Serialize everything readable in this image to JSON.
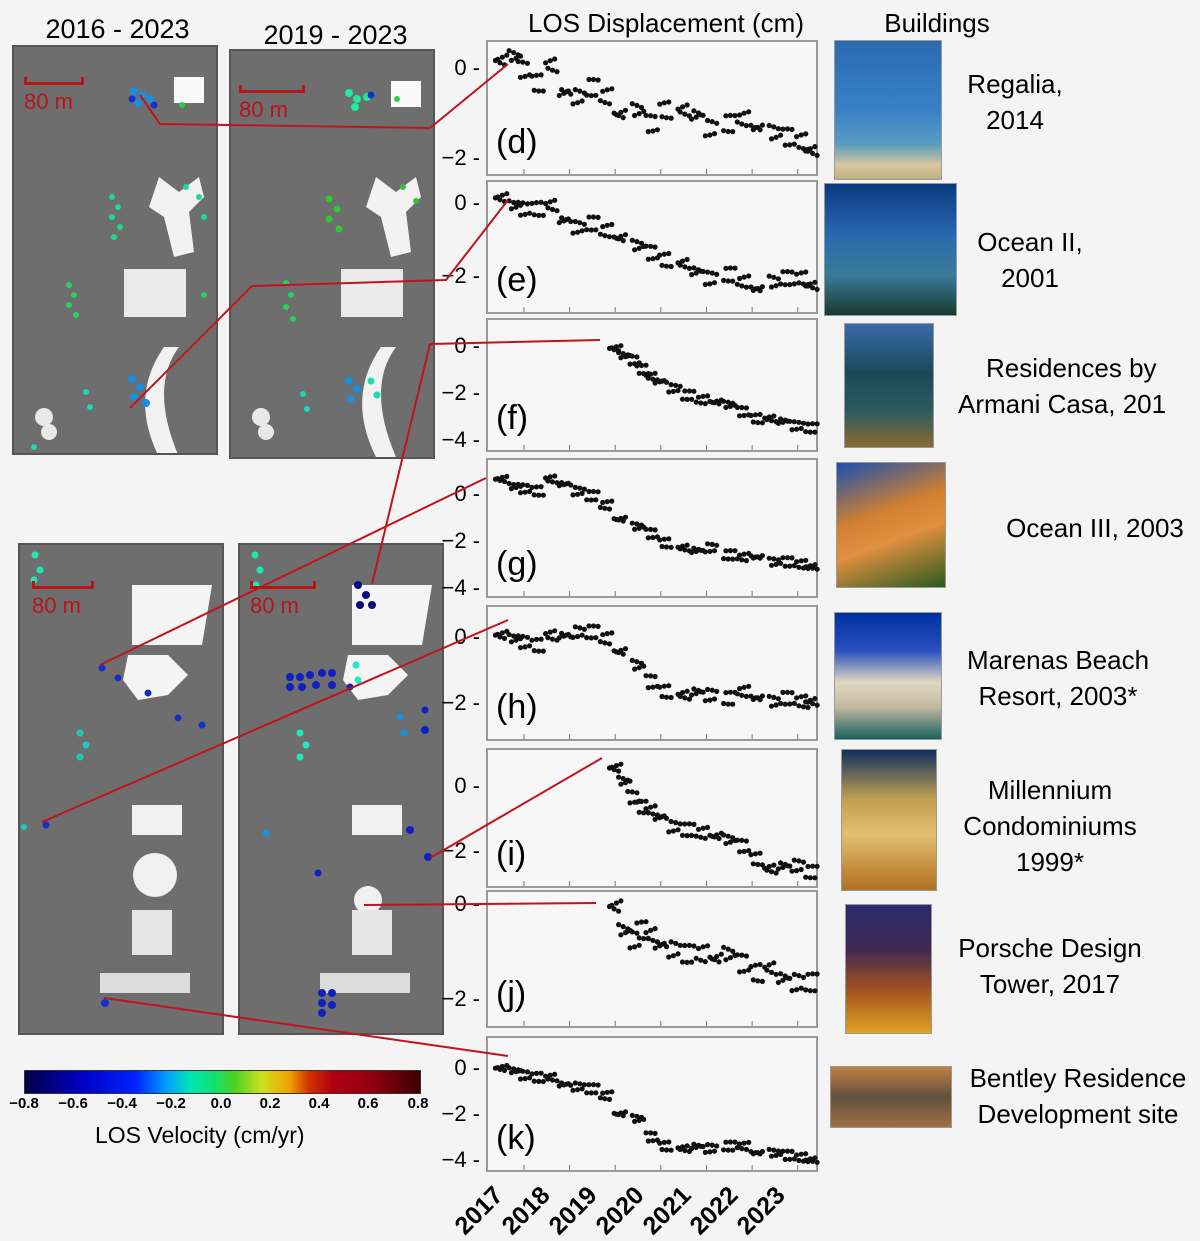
{
  "headers": {
    "col1": "2016 - 2023",
    "col2": "2019 - 2023",
    "plots": "LOS Displacement (cm)",
    "buildings": "Buildings"
  },
  "maps": {
    "scale_label": "80 m",
    "top_left_period": "2016 - 2023",
    "top_right_period": "2019 - 2023"
  },
  "colorbar": {
    "label": "LOS Velocity (cm/yr)",
    "ticks": [
      "−0.8",
      "−0.6",
      "−0.4",
      "−0.2",
      "0.0",
      "0.2",
      "0.4",
      "0.6",
      "0.8"
    ],
    "colors": [
      "#00004a",
      "#0000c8",
      "#00a0ff",
      "#14e070",
      "#d0e020",
      "#f0a000",
      "#b00010",
      "#3a0000"
    ]
  },
  "x_axis": {
    "ticks": [
      "2017",
      "2018",
      "2019",
      "2020",
      "2021",
      "2022",
      "2023"
    ]
  },
  "panels": [
    {
      "id": "(d)",
      "yticks": [
        "0",
        "−2"
      ],
      "building": "Regalia,\n2014",
      "name_l1": "Regalia,",
      "name_l2": "2014",
      "name_l3": ""
    },
    {
      "id": "(e)",
      "yticks": [
        "0",
        "−2"
      ],
      "building": "Ocean II, 2001",
      "name_l1": "Ocean II,",
      "name_l2": "2001",
      "name_l3": ""
    },
    {
      "id": "(f)",
      "yticks": [
        "0",
        "−2",
        "−4"
      ],
      "building": "Residences by Armani Casa, 201",
      "name_l1": "Residences by",
      "name_l2": "Armani Casa, 201",
      "name_l3": ""
    },
    {
      "id": "(g)",
      "yticks": [
        "0",
        "−2",
        "−4"
      ],
      "building": "Ocean III, 2003",
      "name_l1": "Ocean III, 2003",
      "name_l2": "",
      "name_l3": ""
    },
    {
      "id": "(h)",
      "yticks": [
        "0",
        "−2"
      ],
      "building": "Marenas Beach Resort, 2003*",
      "name_l1": "Marenas Beach",
      "name_l2": "Resort, 2003*",
      "name_l3": ""
    },
    {
      "id": "(i)",
      "yticks": [
        "0",
        "−2"
      ],
      "building": "Millennium Condominiums 1999*",
      "name_l1": "Millennium",
      "name_l2": "Condominiums",
      "name_l3": "1999*"
    },
    {
      "id": "(j)",
      "yticks": [
        "0",
        "−2"
      ],
      "building": "Porsche Design Tower, 2017",
      "name_l1": "Porsche Design",
      "name_l2": "Tower, 2017",
      "name_l3": ""
    },
    {
      "id": "(k)",
      "yticks": [
        "0",
        "−2",
        "−4"
      ],
      "building": "Bentley Residence Development site",
      "name_l1": "Bentley Residence",
      "name_l2": "Development site",
      "name_l3": ""
    }
  ],
  "chart_data": [
    {
      "type": "scatter",
      "title": "(d) Regalia, 2014",
      "ylabel": "LOS Displacement (cm)",
      "xlim": [
        2016.3,
        2023.4
      ],
      "ylim": [
        -2.3,
        0.5
      ],
      "x": [
        2016.5,
        2016.8,
        2017.0,
        2017.3,
        2017.6,
        2017.9,
        2018.2,
        2018.5,
        2018.8,
        2019.1,
        2019.5,
        2019.8,
        2020.1,
        2020.5,
        2020.8,
        2021.1,
        2021.5,
        2021.8,
        2022.1,
        2022.5,
        2022.8,
        2023.1,
        2023.3
      ],
      "y": [
        0.2,
        0.3,
        0.0,
        -0.3,
        0.1,
        -0.5,
        -0.6,
        -0.4,
        -0.6,
        -1.0,
        -0.9,
        -1.2,
        -0.9,
        -0.9,
        -1.0,
        -1.3,
        -1.2,
        -1.1,
        -1.3,
        -1.4,
        -1.5,
        -1.6,
        -1.8
      ]
    },
    {
      "type": "scatter",
      "title": "(e) Ocean II, 2001",
      "ylabel": "LOS Displacement (cm)",
      "xlim": [
        2016.3,
        2023.4
      ],
      "ylim": [
        -2.9,
        0.5
      ],
      "x": [
        2016.5,
        2016.8,
        2017.0,
        2017.3,
        2017.6,
        2017.9,
        2018.2,
        2018.5,
        2018.8,
        2019.1,
        2019.5,
        2019.8,
        2020.1,
        2020.5,
        2020.8,
        2021.1,
        2021.5,
        2021.8,
        2022.1,
        2022.5,
        2022.8,
        2023.1,
        2023.3
      ],
      "y": [
        0.2,
        0.0,
        -0.1,
        -0.1,
        0.0,
        -0.4,
        -0.6,
        -0.5,
        -0.7,
        -0.9,
        -1.1,
        -1.3,
        -1.5,
        -1.6,
        -1.8,
        -2.0,
        -1.9,
        -2.1,
        -2.3,
        -2.1,
        -2.0,
        -2.0,
        -2.2
      ]
    },
    {
      "type": "scatter",
      "title": "(f) Residences by Armani Casa",
      "ylabel": "LOS Displacement (cm)",
      "xlim": [
        2016.3,
        2023.4
      ],
      "ylim": [
        -4.3,
        1.0
      ],
      "x": [
        2019.0,
        2019.2,
        2019.4,
        2019.6,
        2019.8,
        2020.0,
        2020.3,
        2020.6,
        2020.9,
        2021.2,
        2021.5,
        2021.8,
        2022.1,
        2022.4,
        2022.7,
        2023.0,
        2023.3
      ],
      "y": [
        0.0,
        -0.3,
        -0.5,
        -0.9,
        -1.2,
        -1.4,
        -1.7,
        -2.0,
        -2.2,
        -2.3,
        -2.4,
        -2.7,
        -3.0,
        -3.0,
        -3.1,
        -3.3,
        -3.4
      ]
    },
    {
      "type": "scatter",
      "title": "(g) Ocean III, 2003",
      "ylabel": "LOS Displacement (cm)",
      "xlim": [
        2016.3,
        2023.4
      ],
      "ylim": [
        -4.2,
        1.3
      ],
      "x": [
        2016.5,
        2016.8,
        2017.0,
        2017.3,
        2017.6,
        2017.9,
        2018.2,
        2018.5,
        2018.8,
        2019.1,
        2019.5,
        2019.8,
        2020.1,
        2020.5,
        2020.8,
        2021.1,
        2021.5,
        2021.8,
        2022.1,
        2022.5,
        2022.8,
        2023.1,
        2023.3
      ],
      "y": [
        0.7,
        0.4,
        0.3,
        0.2,
        0.7,
        0.5,
        0.2,
        0.0,
        -0.4,
        -1.0,
        -1.3,
        -1.6,
        -2.0,
        -2.2,
        -2.3,
        -2.2,
        -2.5,
        -2.6,
        -2.6,
        -2.8,
        -2.8,
        -2.9,
        -3.0
      ]
    },
    {
      "type": "scatter",
      "title": "(h) Marenas Beach Resort, 2003*",
      "ylabel": "LOS Displacement (cm)",
      "xlim": [
        2016.3,
        2023.4
      ],
      "ylim": [
        -3.0,
        0.8
      ],
      "x": [
        2016.5,
        2016.8,
        2017.0,
        2017.3,
        2017.6,
        2017.9,
        2018.2,
        2018.5,
        2018.8,
        2019.1,
        2019.5,
        2019.8,
        2020.1,
        2020.5,
        2020.8,
        2021.1,
        2021.5,
        2021.8,
        2022.1,
        2022.5,
        2022.8,
        2023.1,
        2023.3
      ],
      "y": [
        0.1,
        0.0,
        -0.1,
        -0.2,
        0.1,
        0.1,
        0.2,
        0.2,
        0.0,
        -0.4,
        -0.8,
        -1.3,
        -1.6,
        -1.7,
        -1.6,
        -1.7,
        -1.8,
        -1.6,
        -1.8,
        -1.9,
        -1.8,
        -1.9,
        -1.9
      ]
    },
    {
      "type": "scatter",
      "title": "(i) Millennium Condominiums 1999*",
      "ylabel": "LOS Displacement (cm)",
      "xlim": [
        2016.3,
        2023.4
      ],
      "ylim": [
        -3.0,
        1.0
      ],
      "x": [
        2019.0,
        2019.2,
        2019.4,
        2019.6,
        2019.8,
        2020.0,
        2020.3,
        2020.6,
        2020.9,
        2021.2,
        2021.5,
        2021.8,
        2022.1,
        2022.4,
        2022.7,
        2023.0,
        2023.3
      ],
      "y": [
        0.6,
        0.2,
        -0.3,
        -0.6,
        -0.7,
        -0.9,
        -1.2,
        -1.3,
        -1.4,
        -1.5,
        -1.6,
        -1.8,
        -2.2,
        -2.5,
        -2.4,
        -2.4,
        -2.6
      ]
    },
    {
      "type": "scatter",
      "title": "(j) Porsche Design Tower, 2017",
      "ylabel": "LOS Displacement (cm)",
      "xlim": [
        2016.3,
        2023.4
      ],
      "ylim": [
        -2.5,
        0.2
      ],
      "x": [
        2019.0,
        2019.2,
        2019.4,
        2019.6,
        2019.8,
        2020.0,
        2020.3,
        2020.6,
        2020.9,
        2021.2,
        2021.5,
        2021.8,
        2022.1,
        2022.4,
        2022.7,
        2023.0,
        2023.3
      ],
      "y": [
        0.0,
        -0.5,
        -0.7,
        -0.5,
        -0.6,
        -0.8,
        -0.9,
        -1.0,
        -1.0,
        -1.1,
        -1.0,
        -1.2,
        -1.4,
        -1.3,
        -1.5,
        -1.6,
        -1.6
      ]
    },
    {
      "type": "scatter",
      "title": "(k) Bentley Residence Development site",
      "ylabel": "LOS Displacement (cm)",
      "xlim": [
        2016.3,
        2023.4
      ],
      "ylim": [
        -4.3,
        1.2
      ],
      "x": [
        2016.5,
        2016.8,
        2017.0,
        2017.3,
        2017.6,
        2017.9,
        2018.2,
        2018.5,
        2018.8,
        2019.1,
        2019.5,
        2019.8,
        2020.1,
        2020.5,
        2020.8,
        2021.1,
        2021.5,
        2021.8,
        2022.1,
        2022.5,
        2022.8,
        2023.1,
        2023.3
      ],
      "y": [
        0.1,
        0.0,
        -0.2,
        -0.3,
        -0.3,
        -0.6,
        -0.7,
        -0.8,
        -1.1,
        -1.9,
        -2.1,
        -2.9,
        -3.3,
        -3.4,
        -3.3,
        -3.4,
        -3.3,
        -3.3,
        -3.6,
        -3.6,
        -3.7,
        -3.8,
        -3.9
      ]
    }
  ]
}
